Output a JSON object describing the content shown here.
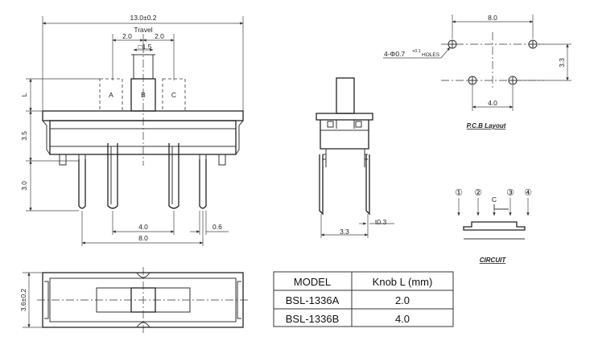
{
  "side_view": {
    "overall_width": "13.0±0.2",
    "travel_label": "Travel",
    "travel_left": "2.0",
    "travel_right": "2.0",
    "knob_width": "□1.5",
    "pos_a": "A",
    "pos_b": "B",
    "pos_c": "C",
    "dim_l": "L",
    "dim_height": "3.5",
    "dim_pin_length": "3.0",
    "pin_pitch_inner": "4.0",
    "pin_pitch_outer": "8.0",
    "pin_width": "0.6"
  },
  "end_view": {
    "pin_spacing": "3.3",
    "pin_thickness": "t0.3"
  },
  "pcb_layout": {
    "width": "8.0",
    "holes": "4-Φ0.7",
    "holes_tol": "+0.1",
    "holes_suffix": "HOLES",
    "row_spacing": "3.3",
    "pitch": "4.0",
    "title": "P.C.B Layout"
  },
  "circuit": {
    "pin1": "①",
    "pin2": "②",
    "pin3": "③",
    "pin4": "④",
    "common": "C",
    "title": "CIRCUIT"
  },
  "top_view": {
    "height": "3.6±0.2"
  },
  "table": {
    "headers": [
      "MODEL",
      "Knob L (mm)"
    ],
    "rows": [
      [
        "BSL-1336A",
        "2.0"
      ],
      [
        "BSL-1336B",
        "4.0"
      ]
    ]
  }
}
